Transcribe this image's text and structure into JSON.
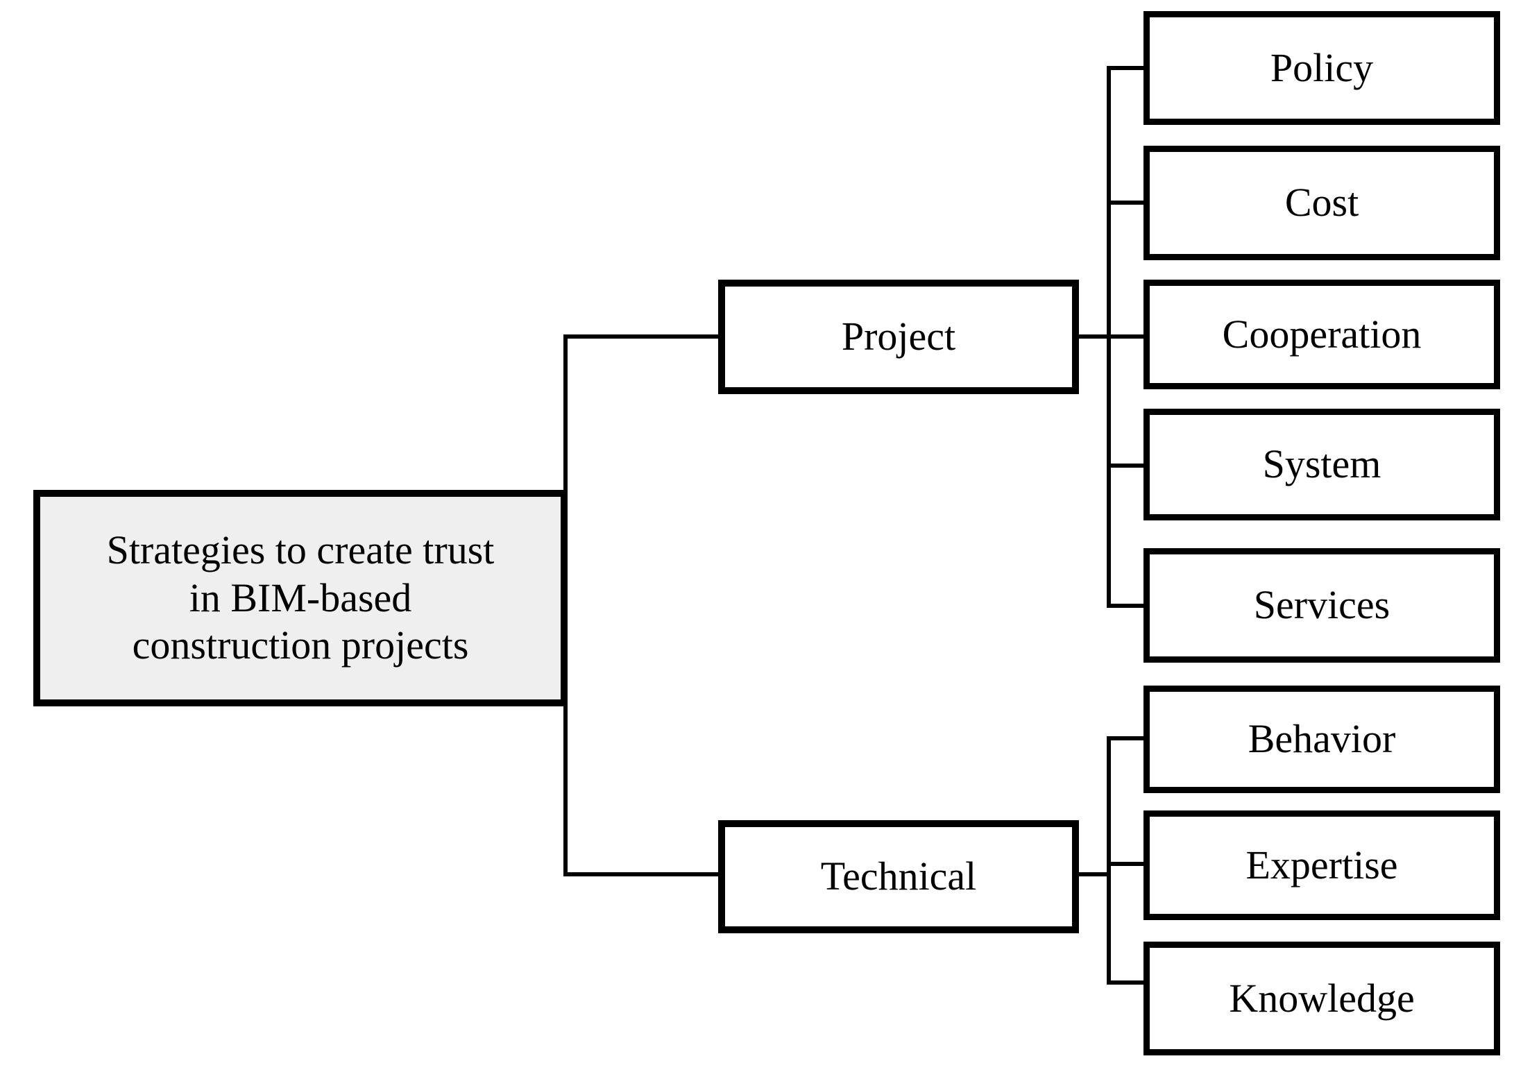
{
  "diagram": {
    "type": "hierarchy-tree",
    "title": "Strategies to create trust in BIM-based construction projects",
    "orientation": "left-to-right",
    "colors": {
      "root_fill": "#efefef",
      "node_fill": "#ffffff",
      "border": "#000000",
      "text": "#000000",
      "background": "#ffffff"
    },
    "root": {
      "label": "Strategies to create trust\nin BIM-based\nconstruction projects"
    },
    "branches": [
      {
        "label": "Project",
        "children": [
          {
            "label": "Policy"
          },
          {
            "label": "Cost"
          },
          {
            "label": "Cooperation"
          },
          {
            "label": "System"
          },
          {
            "label": "Services"
          }
        ]
      },
      {
        "label": "Technical",
        "children": [
          {
            "label": "Behavior"
          },
          {
            "label": "Expertise"
          },
          {
            "label": "Knowledge"
          }
        ]
      }
    ]
  }
}
